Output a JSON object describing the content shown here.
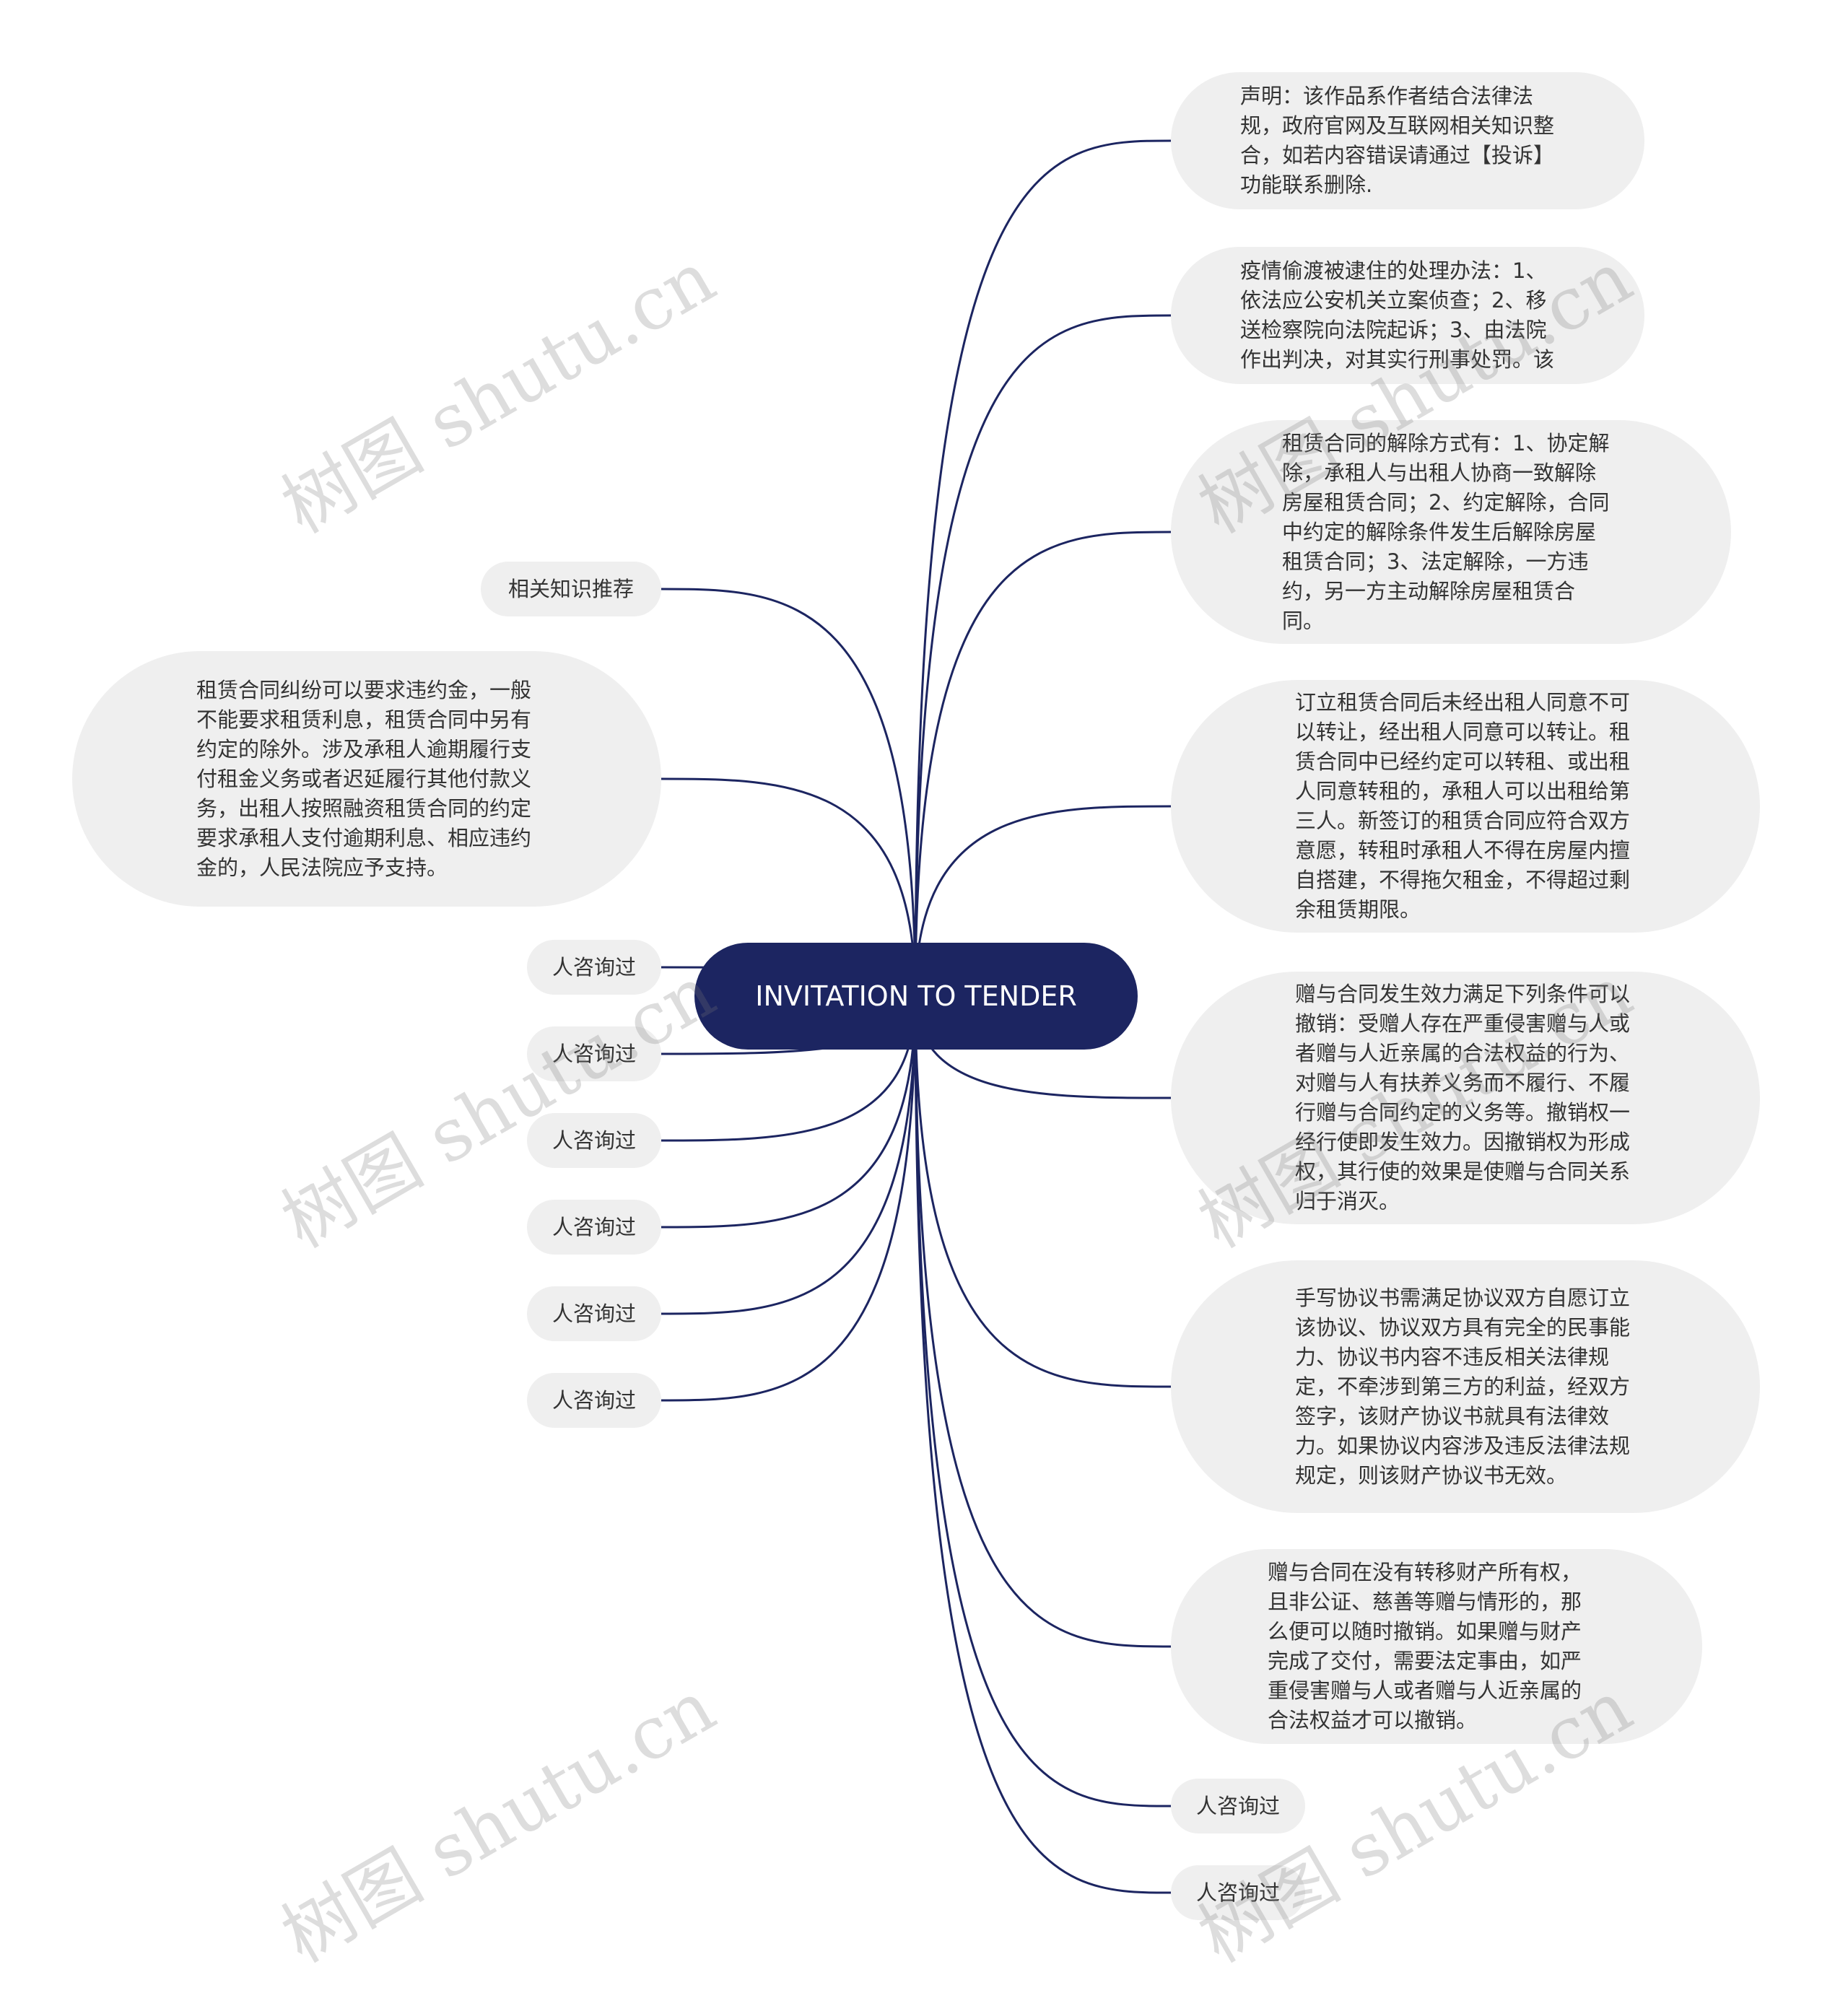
{
  "root": {
    "label": "INVITATION TO TENDER"
  },
  "left_nodes": [
    {
      "text": "相关知识推荐"
    },
    {
      "text": "租赁合同纠纷可以要求违约金，一般不能要求租赁利息，租赁合同中另有约定的除外。涉及承租人逾期履行支付租金义务或者迟延履行其他付款义务，出租人按照融资租赁合同的约定要求承租人支付逾期利息、相应违约金的，人民法院应予支持。"
    },
    {
      "text": "人咨询过"
    },
    {
      "text": "人咨询过"
    },
    {
      "text": "人咨询过"
    },
    {
      "text": "人咨询过"
    },
    {
      "text": "人咨询过"
    },
    {
      "text": "人咨询过"
    }
  ],
  "right_nodes": [
    {
      "text": "声明：该作品系作者结合法律法规，政府官网及互联网相关知识整合，如若内容错误请通过【投诉】功能联系删除."
    },
    {
      "text": "疫情偷渡被逮住的处理办法：1、依法应公安机关立案侦查；2、移送检察院向法院起诉；3、由法院作出判决，对其实行刑事处罚。该"
    },
    {
      "text": "租赁合同的解除方式有：1、协定解除，承租人与出租人协商一致解除房屋租赁合同；2、约定解除，合同中约定的解除条件发生后解除房屋租赁合同；3、法定解除，一方违约，另一方主动解除房屋租赁合同。"
    },
    {
      "text": "订立租赁合同后未经出租人同意不可以转让，经出租人同意可以转让。租赁合同中已经约定可以转租、或出租人同意转租的，承租人可以出租给第三人。新签订的租赁合同应符合双方意愿，转租时承租人不得在房屋内擅自搭建，不得拖欠租金，不得超过剩余租赁期限。"
    },
    {
      "text": "赠与合同发生效力满足下列条件可以撤销：受赠人存在严重侵害赠与人或者赠与人近亲属的合法权益的行为、对赠与人有扶养义务而不履行、不履行赠与合同约定的义务等。撤销权一经行使即发生效力。因撤销权为形成权，其行使的效果是使赠与合同关系归于消灭。"
    },
    {
      "text": "手写协议书需满足协议双方自愿订立该协议、协议双方具有完全的民事能力、协议书内容不违反相关法律规定，不牵涉到第三方的利益，经双方签字，该财产协议书就具有法律效力。如果协议内容涉及违反法律法规规定，则该财产协议书无效。"
    },
    {
      "text": "赠与合同在没有转移财产所有权，且非公证、慈善等赠与情形的，那么便可以随时撤销。如果赠与财产完成了交付，需要法定事由，如严重侵害赠与人或者赠与人近亲属的合法权益才可以撤销。"
    },
    {
      "text": "人咨询过"
    },
    {
      "text": "人咨询过"
    }
  ],
  "watermark": {
    "text": "树图 shutu.cn"
  },
  "colors": {
    "root_bg": "#1c2561",
    "edge": "#1c2561",
    "node_bg": "#efefef",
    "text": "#333333"
  }
}
